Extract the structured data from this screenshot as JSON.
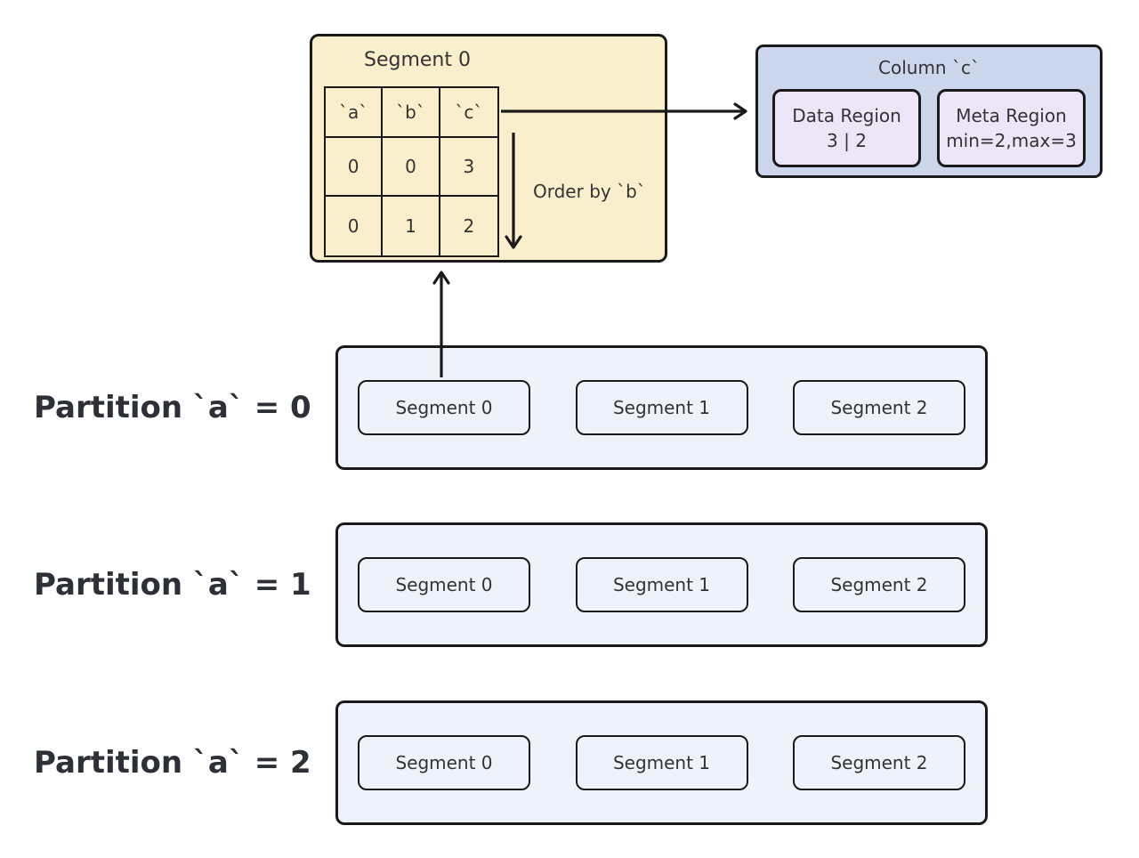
{
  "detail": {
    "title": "Segment 0",
    "order_label": "Order by `b`",
    "table": {
      "headers": [
        "`a`",
        "`b`",
        "`c`"
      ],
      "rows": [
        [
          "0",
          "0",
          "3"
        ],
        [
          "0",
          "1",
          "2"
        ]
      ]
    }
  },
  "column_box": {
    "title": "Column `c`",
    "regions": [
      {
        "title": "Data Region",
        "value": "3 | 2"
      },
      {
        "title": "Meta Region",
        "value": "min=2,max=3"
      }
    ]
  },
  "partitions": [
    {
      "label": "Partition `a` = 0",
      "segments": [
        "Segment 0",
        "Segment 1",
        "Segment 2"
      ]
    },
    {
      "label": "Partition `a` = 1",
      "segments": [
        "Segment 0",
        "Segment 1",
        "Segment 2"
      ]
    },
    {
      "label": "Partition `a` = 2",
      "segments": [
        "Segment 0",
        "Segment 1",
        "Segment 2"
      ]
    }
  ],
  "colors": {
    "background": "#ffffff",
    "detail_box_fill": "#faefcd",
    "column_box_fill": "#ccd6ec",
    "region_box_fill": "#ece6f8",
    "partition_fill": "#eef2fa",
    "border": "#1a1a1a",
    "text": "#333333"
  }
}
